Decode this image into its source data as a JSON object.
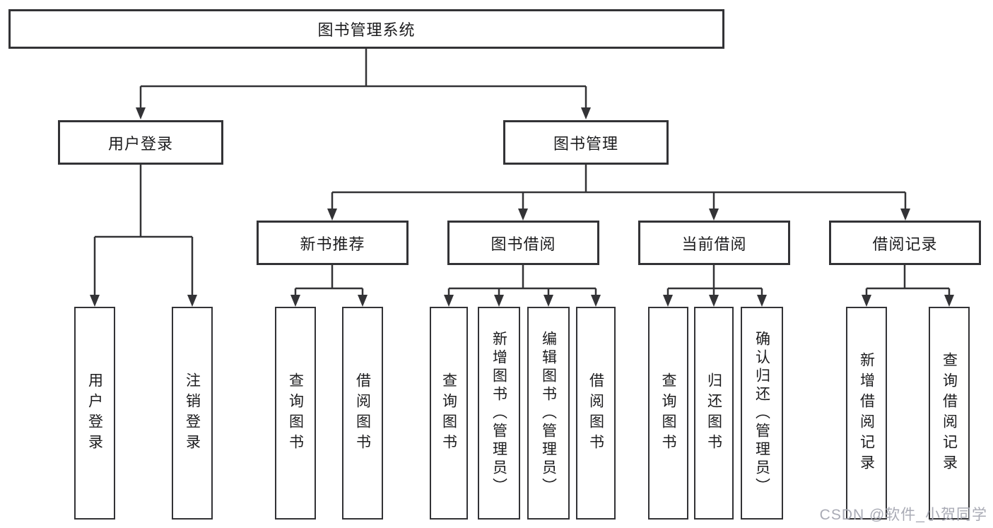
{
  "palette": {
    "line": "#333336",
    "box_border": "#333336",
    "text": "#1c1c1e",
    "background": "#ffffff",
    "watermark": "#a9abb5"
  },
  "tree": {
    "label": "图书管理系统",
    "children": [
      {
        "label": "用户登录",
        "children": [
          {
            "label": "用户登录"
          },
          {
            "label": "注销登录"
          }
        ]
      },
      {
        "label": "图书管理",
        "children": [
          {
            "label": "新书推荐",
            "children": [
              {
                "label": "查询图书"
              },
              {
                "label": "借阅图书"
              }
            ]
          },
          {
            "label": "图书借阅",
            "children": [
              {
                "label": "查询图书"
              },
              {
                "label": "新增图书（管理员）"
              },
              {
                "label": "编辑图书（管理员）"
              },
              {
                "label": "借阅图书"
              }
            ]
          },
          {
            "label": "当前借阅",
            "children": [
              {
                "label": "查询图书"
              },
              {
                "label": "归还图书"
              },
              {
                "label": "确认归还（管理员）"
              }
            ]
          },
          {
            "label": "借阅记录",
            "children": [
              {
                "label": "新增借阅记录"
              },
              {
                "label": "查询借阅记录"
              }
            ]
          }
        ]
      }
    ]
  },
  "watermark": {
    "text": "CSDN @软件_小贺同学"
  }
}
